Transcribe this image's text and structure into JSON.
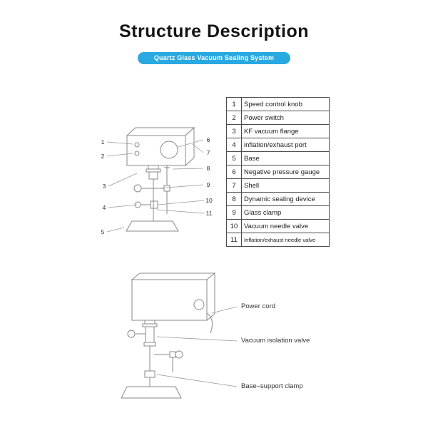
{
  "page": {
    "title": "Structure Description",
    "banner": "Quartz Glass Vacuum Sealing System"
  },
  "parts_table": {
    "rows": [
      {
        "num": "1",
        "label": "Speed control knob"
      },
      {
        "num": "2",
        "label": "Power switch"
      },
      {
        "num": "3",
        "label": "KF vacuum flange"
      },
      {
        "num": "4",
        "label": "inflation/exhaust port"
      },
      {
        "num": "5",
        "label": "Base"
      },
      {
        "num": "6",
        "label": "Negative pressure gauge"
      },
      {
        "num": "7",
        "label": "Shell"
      },
      {
        "num": "8",
        "label": "Dynamic sealing device"
      },
      {
        "num": "9",
        "label": "Glass clamp"
      },
      {
        "num": "10",
        "label": "Vacuum needle valve"
      },
      {
        "num": "11",
        "label": "Inflation/exhaust needle valve"
      }
    ]
  },
  "upper_diagram": {
    "callouts": [
      "1",
      "2",
      "3",
      "4",
      "5",
      "6",
      "7",
      "8",
      "9",
      "10",
      "11"
    ]
  },
  "lower_diagram": {
    "labels": [
      {
        "text": "Power cord"
      },
      {
        "text": "Vacuum isolation valve"
      },
      {
        "text": "Base–support clamp"
      }
    ]
  },
  "colors": {
    "banner_blue": "#29a9e1",
    "line_gray": "#8a8a8a",
    "table_border": "#4d4d4d"
  }
}
